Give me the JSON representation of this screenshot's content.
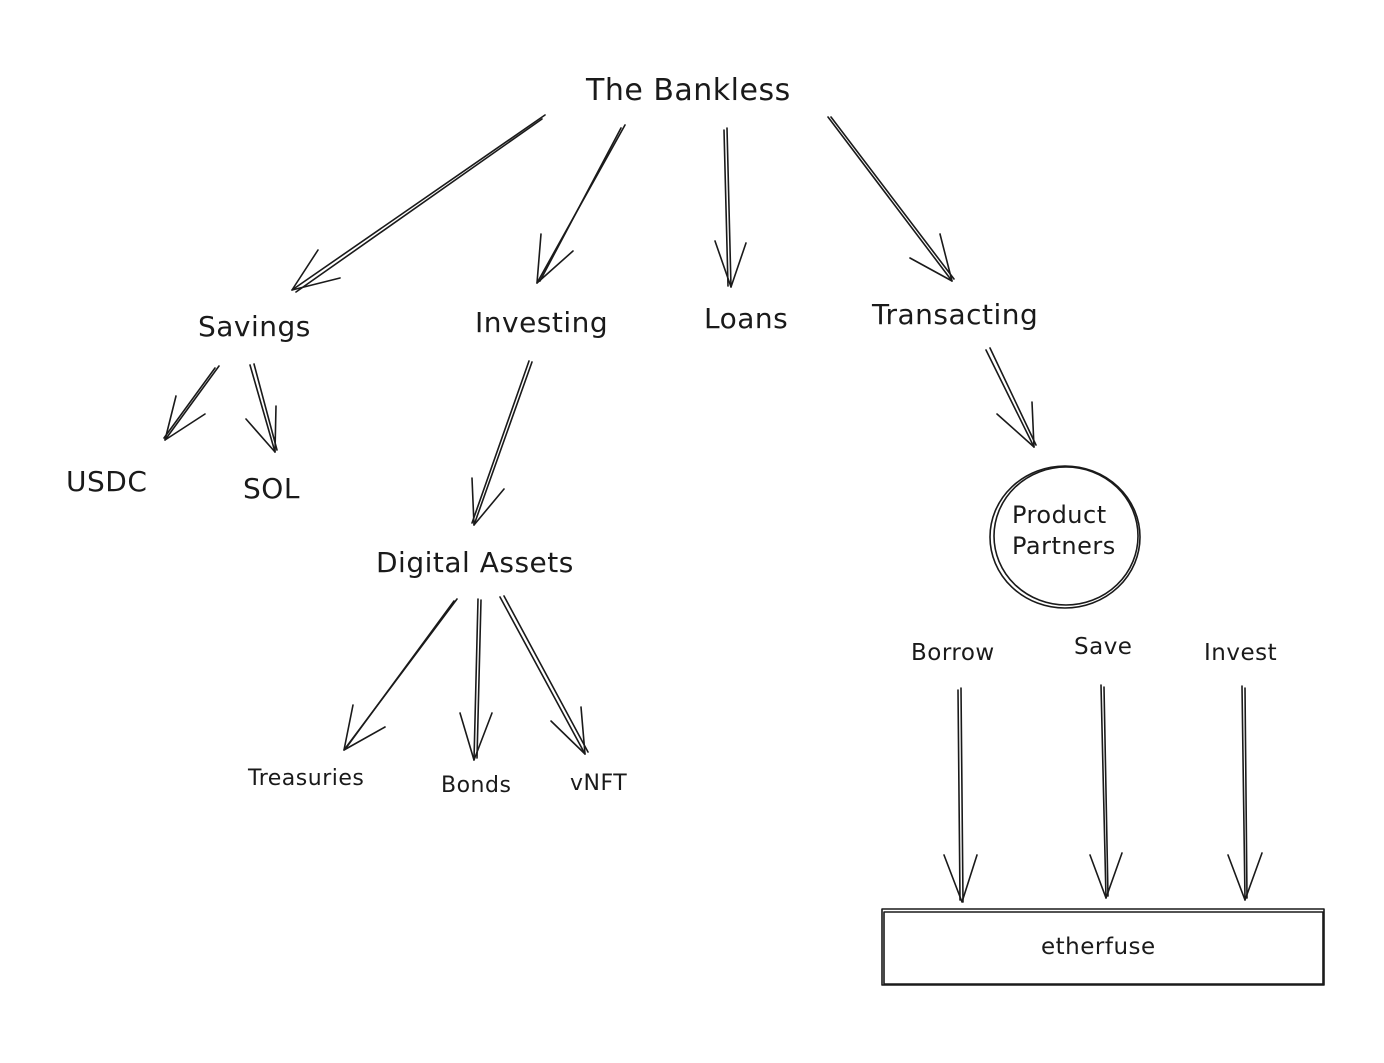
{
  "nodes": {
    "root": "The Bankless",
    "savings": "Savings",
    "investing": "Investing",
    "loans": "Loans",
    "transacting": "Transacting",
    "usdc": "USDC",
    "sol": "SOL",
    "digital_assets": "Digital Assets",
    "treasuries": "Treasuries",
    "bonds": "Bonds",
    "vnft": "vNFT",
    "product_partners_line1": "Product",
    "product_partners_line2": "Partners",
    "borrow": "Borrow",
    "save": "Save",
    "invest": "Invest",
    "etherfuse": "etherfuse"
  },
  "edges": [
    {
      "from": "The Bankless",
      "to": "Savings"
    },
    {
      "from": "The Bankless",
      "to": "Investing"
    },
    {
      "from": "The Bankless",
      "to": "Loans"
    },
    {
      "from": "The Bankless",
      "to": "Transacting"
    },
    {
      "from": "Savings",
      "to": "USDC"
    },
    {
      "from": "Savings",
      "to": "SOL"
    },
    {
      "from": "Investing",
      "to": "Digital Assets"
    },
    {
      "from": "Digital Assets",
      "to": "Treasuries"
    },
    {
      "from": "Digital Assets",
      "to": "Bonds"
    },
    {
      "from": "Digital Assets",
      "to": "vNFT"
    },
    {
      "from": "Transacting",
      "to": "Product Partners"
    },
    {
      "from": "Borrow",
      "to": "etherfuse"
    },
    {
      "from": "Save",
      "to": "etherfuse"
    },
    {
      "from": "Invest",
      "to": "etherfuse"
    }
  ],
  "colors": {
    "ink": "#1a1a1a",
    "background": "#ffffff"
  }
}
